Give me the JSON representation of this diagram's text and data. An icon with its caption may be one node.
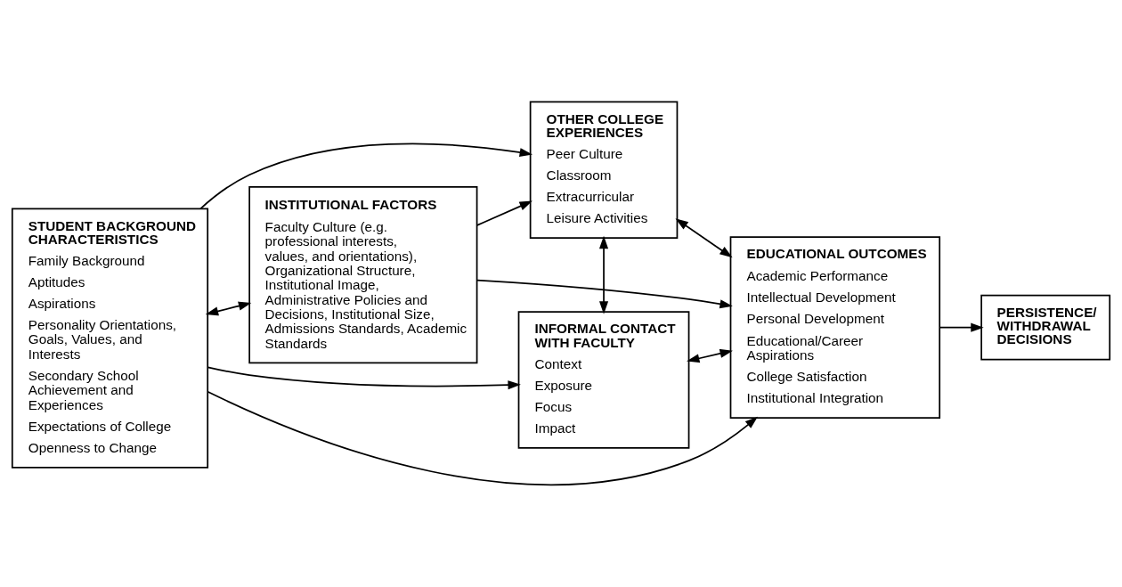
{
  "diagram": {
    "nodes": [
      {
        "text": [
          "STUDENT BACKGROUND CHARACTERISTICS",
          "Family Background",
          "Aptitudes",
          "Aspirations",
          "Personality Orientations, Goals, Values, and Interests",
          "Secondary School Achievement and Experiences",
          "Expectations of College",
          "Openness to Change"
        ]
      },
      {
        "text": [
          "INSTITUTIONAL FACTORS",
          "Faculty Culture (e.g. professional interests, values, and orientations), Organizational Structure, Institutional Image, Administrative Policies and Decisions, Institutional Size, Admissions Standards, Academic Standards"
        ]
      },
      {
        "text": [
          "INFORMAL CONTACT WITH FACULTY",
          "Context",
          "Exposure",
          "Focus",
          "Impact"
        ]
      },
      {
        "text": [
          "OTHER COLLEGE EXPERIENCES",
          "Peer Culture",
          "Classroom",
          "Extracurricular",
          "Leisure Activities"
        ]
      },
      {
        "text": [
          "EDUCATIONAL OUTCOMES",
          "Academic Performance",
          "Intellectual Development",
          "Personal Development",
          "Educational/Career Aspirations",
          "College Satisfaction",
          "Institutional Integration"
        ]
      },
      {
        "text": [
          "PERSISTENCE/ WITHDRAWAL DECISIONS"
        ]
      }
    ],
    "edges": [
      {
        "from": 0,
        "to": 1,
        "arrow": "both"
      },
      {
        "from": 1,
        "to": 4,
        "arrow": "to"
      },
      {
        "from": 0,
        "to": 2,
        "arrow": "to"
      },
      {
        "from": 1,
        "to": 3,
        "arrow": "to"
      },
      {
        "from": 2,
        "to": 3,
        "arrow": "both"
      },
      {
        "from": 2,
        "to": 4,
        "arrow": "both"
      },
      {
        "from": 3,
        "to": 4,
        "arrow": "both"
      },
      {
        "from": 0,
        "to": 3,
        "arrow": "to"
      },
      {
        "from": 0,
        "to": 4,
        "arrow": "to"
      },
      {
        "from": 4,
        "to": 5,
        "arrow": "to"
      }
    ]
  }
}
